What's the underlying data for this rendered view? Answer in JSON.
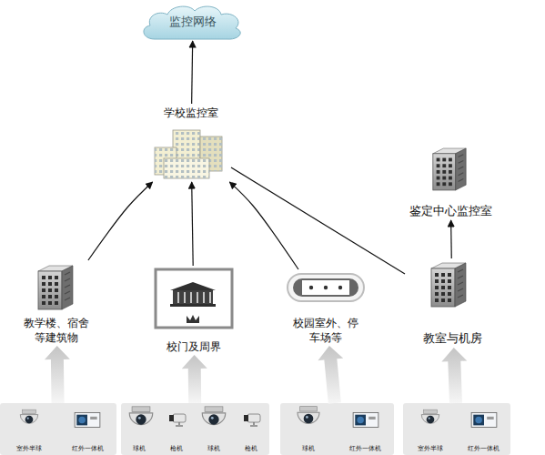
{
  "diagram": {
    "nodes": [
      {
        "text": [
          "监控网络"
        ]
      },
      {
        "text": [
          "学校监控室"
        ]
      },
      {
        "text": [
          "鉴定中心监控室"
        ]
      },
      {
        "text": [
          "教学楼、宿舍 等建筑物"
        ]
      },
      {
        "text": [
          "校门及周界"
        ]
      },
      {
        "text": [
          "校园室外、停车场等"
        ]
      },
      {
        "text": [
          "教室与机房"
        ]
      },
      {
        "text": [
          "室外半球",
          "红外一体机"
        ]
      },
      {
        "text": [
          "球机",
          "枪机",
          "球机",
          "枪机"
        ]
      },
      {
        "text": [
          "球机",
          "红外一体机"
        ]
      },
      {
        "text": [
          "室外半球",
          "红外一体机"
        ]
      }
    ],
    "edges": [
      {
        "from": 1,
        "to": 0,
        "arrow": "to"
      },
      {
        "from": 3,
        "to": 1,
        "arrow": "to"
      },
      {
        "from": 4,
        "to": 1,
        "arrow": "to"
      },
      {
        "from": 5,
        "to": 1,
        "arrow": "to"
      },
      {
        "from": 6,
        "to": 1,
        "arrow": "none"
      },
      {
        "from": 6,
        "to": 2,
        "arrow": "to"
      },
      {
        "from": 7,
        "to": 3,
        "arrow": "to"
      },
      {
        "from": 8,
        "to": 4,
        "arrow": "to"
      },
      {
        "from": 9,
        "to": 5,
        "arrow": "to"
      },
      {
        "from": 10,
        "to": 6,
        "arrow": "to"
      }
    ]
  }
}
